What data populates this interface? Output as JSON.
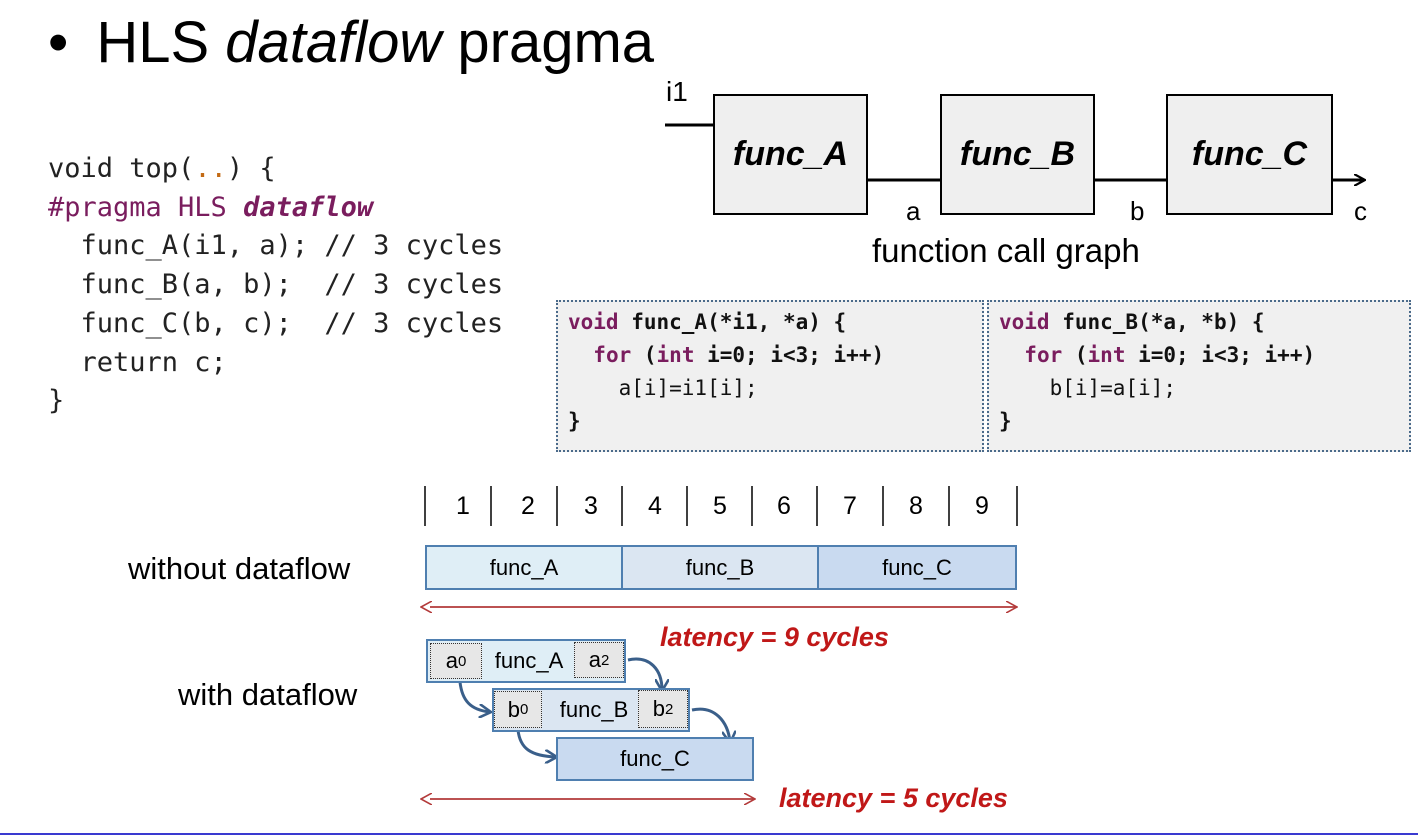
{
  "title": {
    "bullet": "•",
    "prefix": "HLS ",
    "italic": "dataflow",
    "suffix": " pragma"
  },
  "code_top": {
    "l1a": "void top(",
    "l1dots": "..",
    "l1b": ") {",
    "l2a": "#pragma HLS ",
    "l2b": "dataflow",
    "l3": "  func_A(i1, a); // 3 cycles",
    "l4": "  func_B(a, b);  // 3 cycles",
    "l5": "  func_C(b, c);  // 3 cycles",
    "l6": "  return c;",
    "l7": "}"
  },
  "graph": {
    "input_label": "i1",
    "boxes": [
      "func_A",
      "func_B",
      "func_C"
    ],
    "edge_labels": [
      "a",
      "b",
      "c"
    ],
    "caption": "function call graph"
  },
  "panel_a": {
    "l1kw": "void",
    "l1": " func_A(*i1, *a) {",
    "l2pre": "  ",
    "l2kw": "for",
    "l2mid": " (",
    "l2kw2": "int",
    "l2post": " i=0; i<3; i++)",
    "l3": "    a[i]=i1[i];",
    "l4": "}"
  },
  "panel_b": {
    "l1kw": "void",
    "l1": " func_B(*a, *b) {",
    "l2pre": "  ",
    "l2kw": "for",
    "l2mid": " (",
    "l2kw2": "int",
    "l2post": " i=0; i<3; i++)",
    "l3": "    b[i]=a[i];",
    "l4": "}"
  },
  "timeline": {
    "ticks": [
      "1",
      "2",
      "3",
      "4",
      "5",
      "6",
      "7",
      "8",
      "9"
    ],
    "without_label": "without dataflow",
    "with_label": "with dataflow",
    "without_bars": [
      "func_A",
      "func_B",
      "func_C"
    ],
    "with_bars": [
      "func_A",
      "func_B",
      "func_C"
    ],
    "chips": {
      "a0": "a",
      "a0sub": "0",
      "a2": "a",
      "a2sub": "2",
      "b0": "b",
      "b0sub": "0",
      "b2": "b",
      "b2sub": "2"
    },
    "latency_without": "latency = 9 cycles",
    "latency_with": "latency = 5 cycles"
  },
  "colors": {
    "bar_light": "#dfeef6",
    "bar_mid": "#dbe6f2",
    "bar_dark": "#c9daf0",
    "latency": "#c01818",
    "arrow_blue": "#3a5f8a"
  }
}
